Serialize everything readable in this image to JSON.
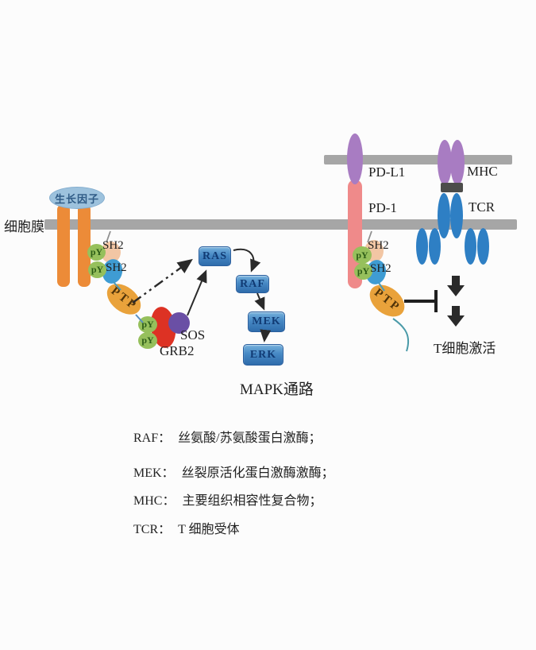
{
  "diagram": {
    "cell_membrane_label": "细胞膜",
    "growth_factor_label": "生长因子",
    "molecules": {
      "pY": "pY",
      "SH2": "SH2",
      "PTP": "PTP",
      "GRB2": "GRB2",
      "SOS": "SOS",
      "RAS": "RAS",
      "RAF": "RAF",
      "MEK": "MEK",
      "ERK": "ERK",
      "PDL1": "PD-L1",
      "PD1": "PD-1",
      "MHC": "MHC",
      "TCR": "TCR"
    },
    "pathway_label": "MAPK通路",
    "t_cell_activation_label": "T细胞激活",
    "legend": [
      {
        "term": "RAF：",
        "definition": "丝氨酸/苏氨酸蛋白激酶；"
      },
      {
        "term": "MEK：",
        "definition": "丝裂原活化蛋白激酶激酶；"
      },
      {
        "term": "MHC：",
        "definition": "主要组织相容性复合物；"
      },
      {
        "term": "TCR：",
        "definition": "T 细胞受体"
      }
    ],
    "colors": {
      "membrane_gray": "#a6a6a6",
      "receptor_orange": "#ec8b38",
      "growth_factor_blue": "#9dc2dd",
      "py_green": "#96c05c",
      "sh2_peach": "#f2c6a4",
      "sh2_blue": "#3f9cd3",
      "ptp_orange": "#e9a23b",
      "grb2_red": "#dd3224",
      "sos_purple": "#6a4fa5",
      "kinase_box_blue": "#4688c4",
      "pd1_pink": "#ef8a8a",
      "pdl1_mhc_purple": "#a87cc2",
      "tcr_blue": "#2e7fc4",
      "mhc_tcr_junction_gray": "#4c4c4a",
      "arrow_black": "#2a2a2a",
      "tail_teal": "#4a9aa8"
    }
  }
}
